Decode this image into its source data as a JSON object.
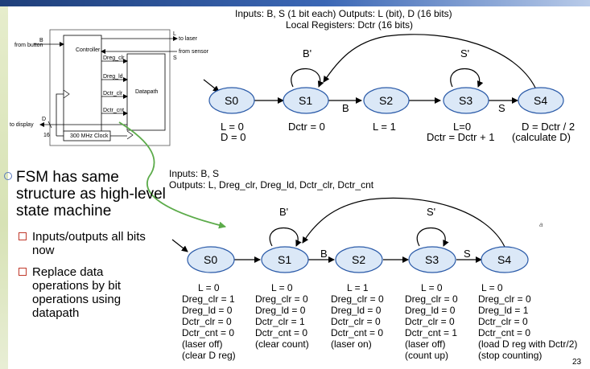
{
  "top_fsm": {
    "header_line1": "Inputs: B, S (1 bit each)     Outputs: L (bit), D (16 bits)",
    "header_line2": "Local Registers: Dctr (16 bits)",
    "states": [
      "S0",
      "S1",
      "S2",
      "S3",
      "S4"
    ],
    "self_loop_labels": [
      "B'",
      "S'"
    ],
    "transition_labels": [
      "B",
      "S"
    ],
    "actions": [
      [
        "L = 0",
        "D = 0"
      ],
      [
        "Dctr = 0"
      ],
      [
        "L = 1"
      ],
      [
        "L=0",
        "Dctr = Dctr + 1"
      ],
      [
        "D = Dctr / 2",
        "(calculate D)"
      ]
    ]
  },
  "block_diagram": {
    "controller": "Controller",
    "datapath": "Datapath",
    "clock": "300 MHz Clock",
    "signals": [
      "Dreg_clr",
      "Dreg_ld",
      "Dctr_clr",
      "Dctr_cnt"
    ],
    "pins": {
      "B": "B",
      "L": "L",
      "S": "S",
      "D": "D",
      "width": "16"
    },
    "from_button": "from button",
    "to_laser": "to laser",
    "from_sensor": "from sensor",
    "to_display": "to display"
  },
  "bullets": {
    "main": "FSM has same structure as high-level state machine",
    "sub": [
      "Inputs/outputs all bits now",
      "Replace data operations by bit operations using datapath"
    ]
  },
  "bottom_fsm": {
    "header_line1": "Inputs: B, S",
    "header_line2": "Outputs: L, Dreg_clr, Dreg_ld, Dctr_clr, Dctr_cnt",
    "states": [
      "S0",
      "S1",
      "S2",
      "S3",
      "S4"
    ],
    "self_loop_labels": [
      "B'",
      "S'"
    ],
    "transition_labels": [
      "B",
      "S"
    ],
    "actions": [
      [
        "L = 0",
        "Dreg_clr = 1",
        "Dreg_ld = 0",
        "Dctr_clr = 0",
        "Dctr_cnt = 0",
        "(laser off)",
        "(clear D reg)"
      ],
      [
        "L = 0",
        "Dreg_clr = 0",
        "Dreg_ld = 0",
        "Dctr_clr = 1",
        "Dctr_cnt = 0",
        "(clear count)"
      ],
      [
        "L = 1",
        "Dreg_clr = 0",
        "Dreg_ld = 0",
        "Dctr_clr = 0",
        "Dctr_cnt = 0",
        "(laser on)"
      ],
      [
        "L = 0",
        "Dreg_clr = 0",
        "Dreg_ld = 0",
        "Dctr_clr = 0",
        "Dctr_cnt = 1",
        "(laser off)",
        "(count up)"
      ],
      [
        "L = 0",
        "Dreg_clr = 0",
        "Dreg_ld = 1",
        "Dctr_clr = 0",
        "Dctr_cnt = 0",
        "(load D reg with Dctr/2)",
        "(stop counting)"
      ]
    ]
  },
  "page_number": "23",
  "stray_mark": "a",
  "colors": {
    "state_fill": "#dbe8f7",
    "state_stroke": "#2a5aa8",
    "green_arrow": "#5cab4a",
    "bullet_square": "#c0392b",
    "bullet_circle": "#5b7bbd"
  }
}
